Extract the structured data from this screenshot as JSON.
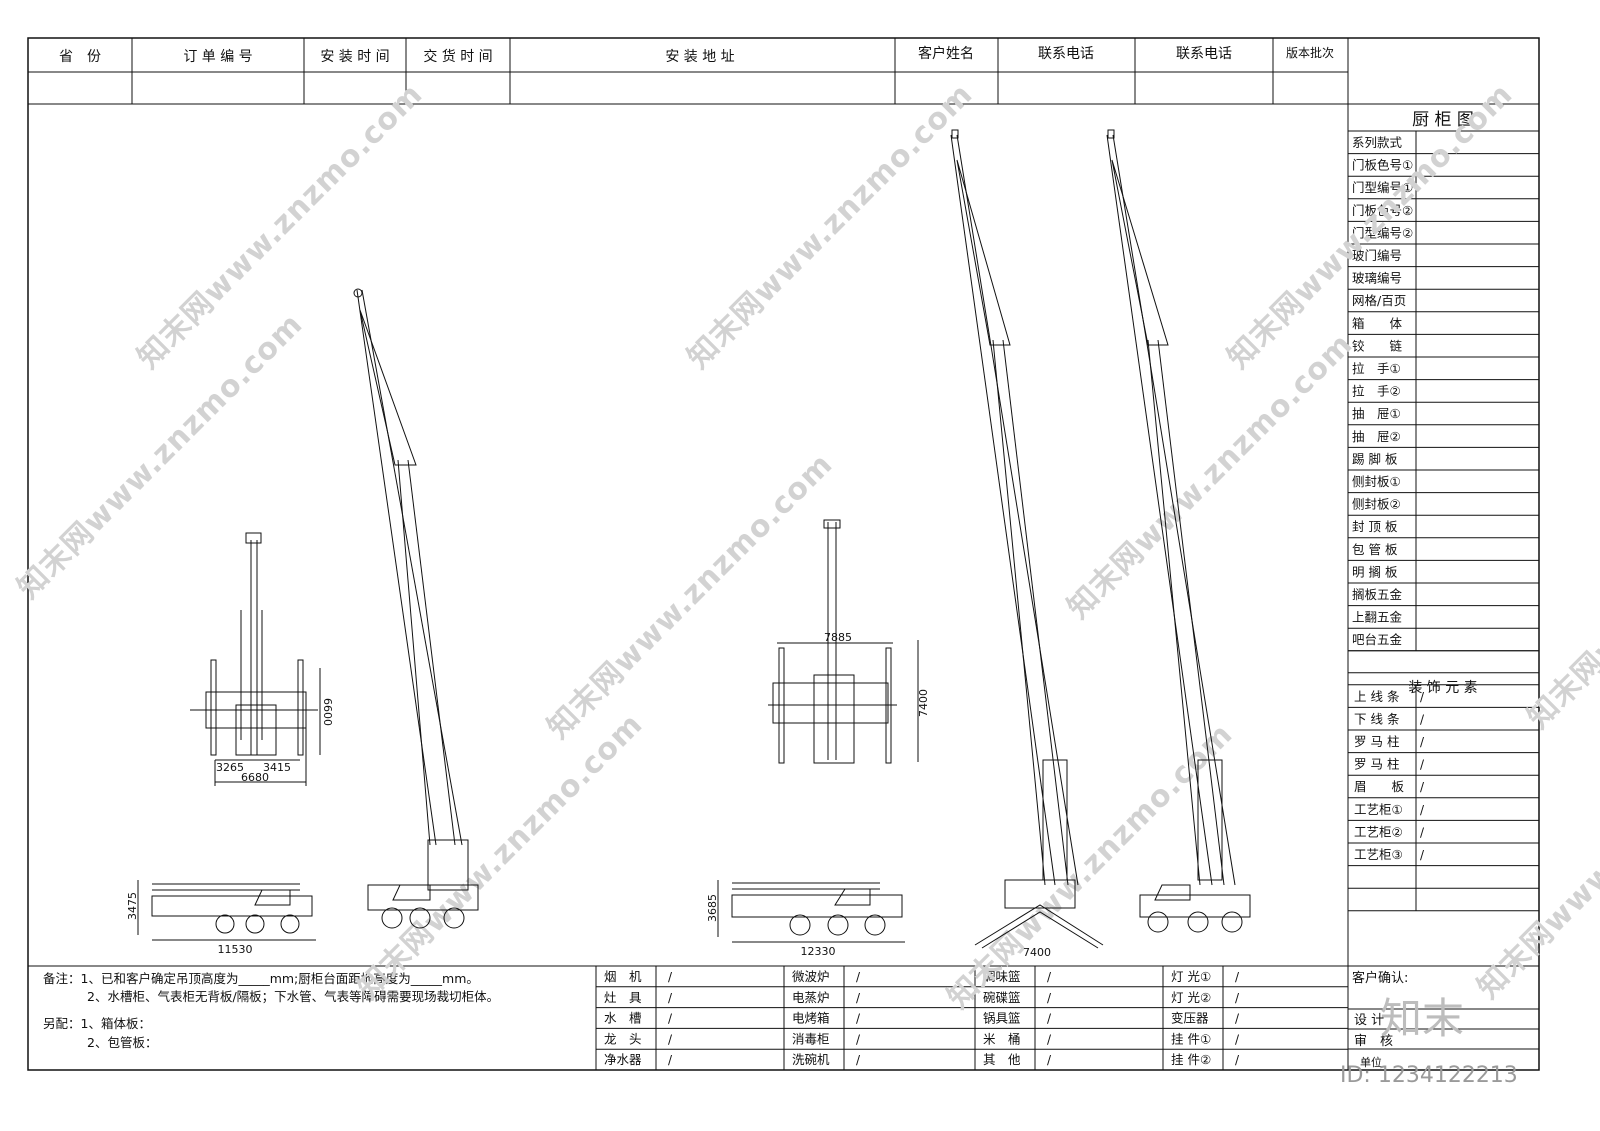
{
  "header": {
    "columns": [
      "省　份",
      "订 单 编 号",
      "安 装 时 间",
      "交 货 时 间",
      "安 装 地 址",
      "客户姓名",
      "联系电话",
      "联系电话",
      "版本批次"
    ]
  },
  "sidebar": {
    "title": "厨 柜 图",
    "items": [
      "系列款式",
      "门板色号①",
      "门型编号①",
      "门板色号②",
      "门型编号②",
      "玻门编号",
      "玻璃编号",
      "网格/百页",
      "箱　　体",
      "铰　　链",
      "拉　手①",
      "拉　手②",
      "抽　屉①",
      "抽　屉②",
      "踢 脚 板",
      "侧封板①",
      "侧封板②",
      "封 顶 板",
      "包 管 板",
      "明 搁 板",
      "搁板五金",
      "上翻五金",
      "吧台五金"
    ],
    "decor_title": "装 饰 元 素",
    "decor_items": [
      "上 线 条",
      "下 线 条",
      "罗 马 柱",
      "罗 马 柱",
      "眉　　板",
      "工艺柜①",
      "工艺柜②",
      "工艺柜③",
      "",
      ""
    ],
    "slash": "/"
  },
  "dimensions": {
    "front1_left": "3265",
    "front1_right": "3415",
    "front1_total": "6680",
    "front1_height": "6600",
    "front2_width": "7885",
    "front2_height": "7400",
    "side1_height": "3475",
    "side1_length": "11530",
    "side2_height": "3685",
    "side2_length": "12330",
    "outrigger_width": "7400"
  },
  "notes": {
    "line1": "备注：1、已和客户确定吊顶高度为_____mm;厨柜台面距地高度为_____mm。",
    "line2": "2、水槽柜、气表柜无背板/隔板；下水管、气表等障碍需要现场裁切柜体。",
    "line3": "另配：1、箱体板：",
    "line4": "2、包管板："
  },
  "appliances": {
    "col1": [
      "烟　机",
      "灶　具",
      "水　槽",
      "龙　头",
      "净水器"
    ],
    "col2": [
      "微波炉",
      "电蒸炉",
      "电烤箱",
      "消毒柜",
      "洗碗机"
    ],
    "col3": [
      "调味篮",
      "碗碟篮",
      "锅具篮",
      "米　桶",
      "其　他"
    ],
    "col4": [
      "灯 光①",
      "灯 光②",
      "变压器",
      "挂 件①",
      "挂 件②"
    ]
  },
  "signoff": {
    "confirm": "客户确认:",
    "design": "设 计",
    "review": "审　核",
    "unit": "单位"
  },
  "watermark": {
    "site": "知末网www.znzmo.com",
    "id": "ID: 1234122213",
    "logo": "知末"
  }
}
